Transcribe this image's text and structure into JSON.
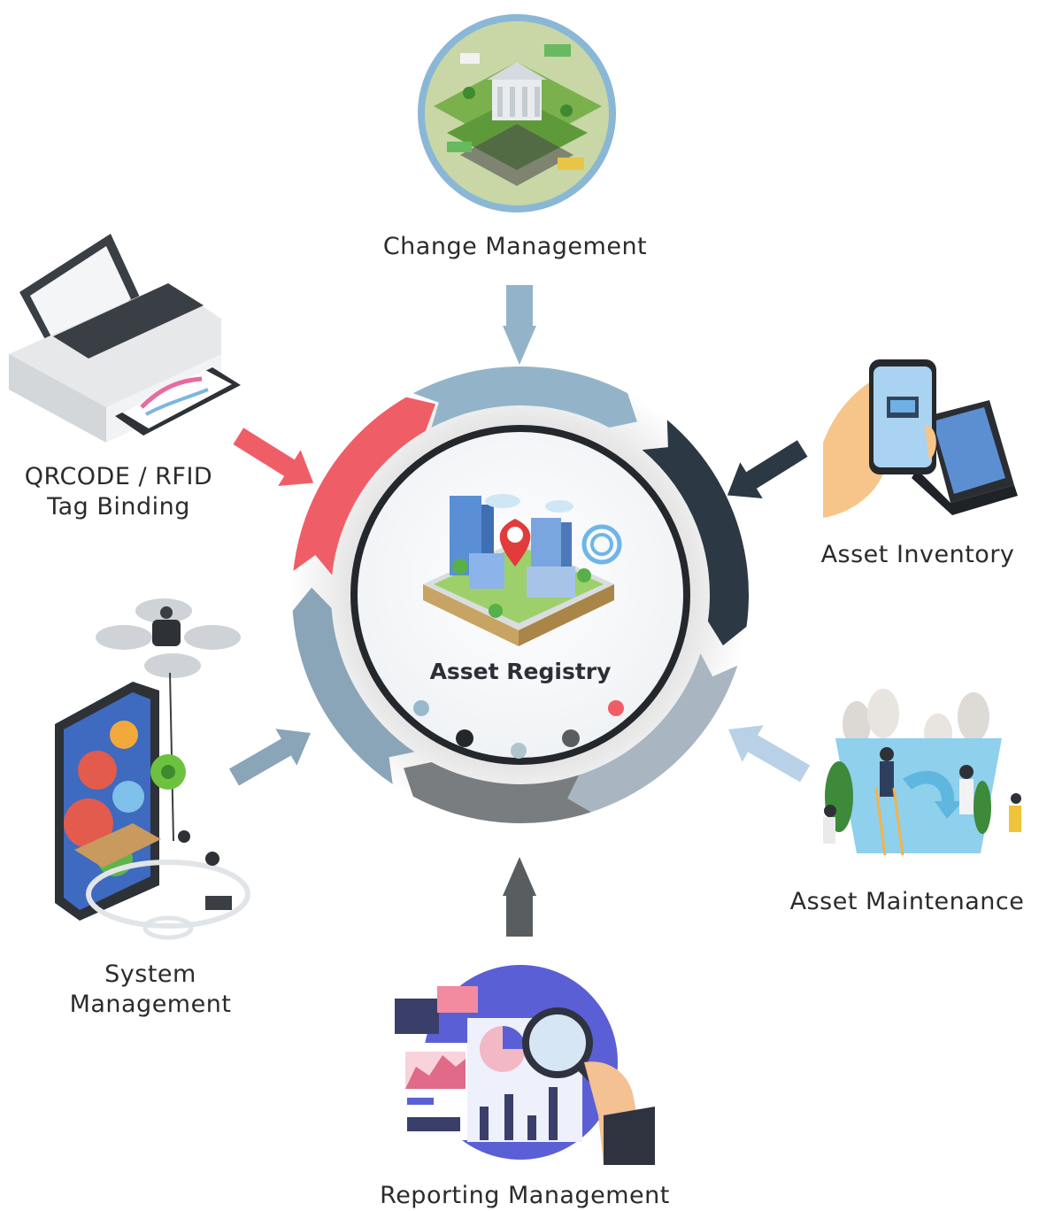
{
  "center": {
    "title": "Asset Registry"
  },
  "nodes": {
    "change": {
      "label": "Change Management"
    },
    "qrcode": {
      "line1": "QRCODE / RFID",
      "line2": "Tag Binding"
    },
    "inventory": {
      "label": "Asset Inventory"
    },
    "system": {
      "line1": "System",
      "line2": "Management"
    },
    "maintenance": {
      "label": "Asset Maintenance"
    },
    "reporting": {
      "label": "Reporting Management"
    }
  },
  "colors": {
    "red": "#ef5e67",
    "dark": "#2c3843",
    "lightblue": "#93b4c8",
    "slate": "#8aa5b7",
    "gray": "#7a7d80",
    "greyblue": "#a9b6c1",
    "paleblue": "#b9d1e6"
  },
  "icons": {
    "change": "bank-city-icon",
    "qrcode": "printer-icon",
    "inventory": "phone-scan-icon",
    "system": "drone-gears-icon",
    "maintenance": "recycle-bin-icon",
    "reporting": "analytics-report-icon",
    "center": "city-location-icon"
  }
}
